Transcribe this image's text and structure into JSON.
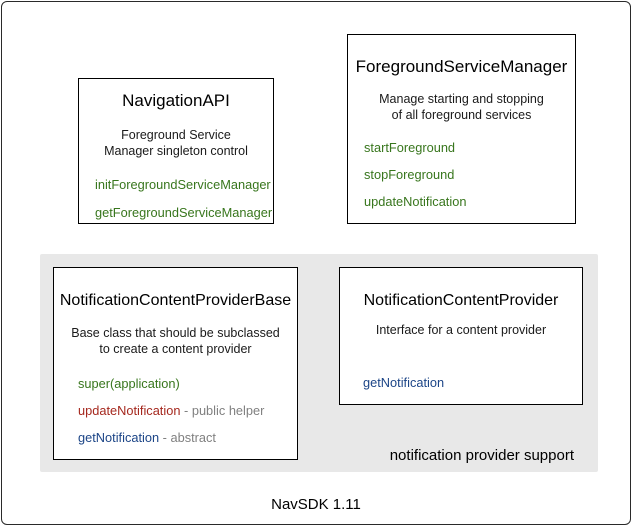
{
  "colors": {
    "method-green": "#38761d",
    "method-red": "#a5281e",
    "method-blue": "#1c4587",
    "suffix-gray": "#808080",
    "panel-gray": "#e8e8e8"
  },
  "diagram": {
    "boxes": [
      {
        "title": "NavigationAPI",
        "description_lines": [
          "Foreground Service",
          "Manager singleton control"
        ],
        "methods": [
          {
            "name": "initForegroundServiceManager"
          },
          {
            "name": "getForegroundServiceManager"
          }
        ]
      },
      {
        "title": "ForegroundServiceManager",
        "description_lines": [
          "Manage starting and stopping",
          "of all foreground services"
        ],
        "methods": [
          {
            "name": "startForeground"
          },
          {
            "name": "stopForeground"
          },
          {
            "name": "updateNotification"
          }
        ]
      },
      {
        "title": "NotificationContentProviderBase",
        "description_lines": [
          "Base class that should be subclassed",
          "to create a content provider"
        ],
        "methods": [
          {
            "name": "super(application)"
          },
          {
            "name": "updateNotification",
            "suffix": " - public helper"
          },
          {
            "name": "getNotification",
            "suffix": " - abstract"
          }
        ]
      },
      {
        "title": "NotificationContentProvider",
        "description_lines": [
          "Interface for a content provider"
        ],
        "methods": [
          {
            "name": "getNotification"
          }
        ]
      }
    ],
    "group_label": "notification provider support",
    "footer_label": "NavSDK 1.11"
  }
}
